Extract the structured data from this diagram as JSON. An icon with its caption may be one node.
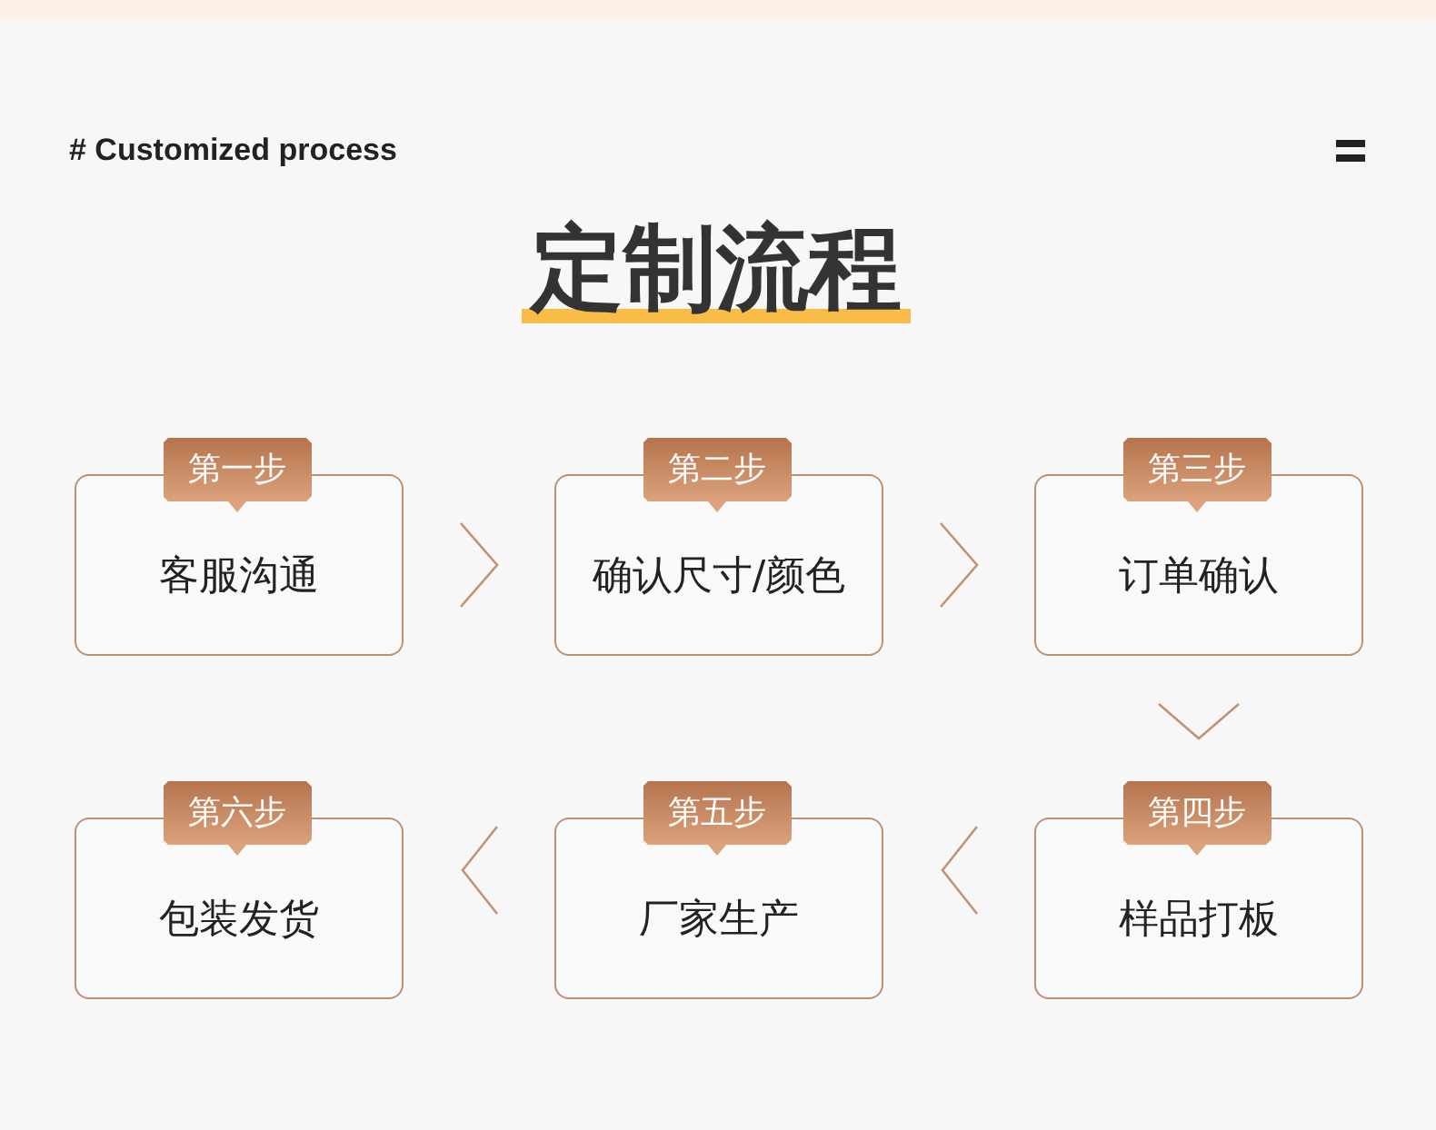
{
  "diagram": {
    "title": "定制流程",
    "nodes": [
      {
        "text": [
          "第一步",
          "客服沟通"
        ]
      },
      {
        "text": [
          "第二步",
          "确认尺寸/颜色"
        ]
      },
      {
        "text": [
          "第三步",
          "订单确认"
        ]
      },
      {
        "text": [
          "第四步",
          "样品打板"
        ]
      },
      {
        "text": [
          "第五步",
          "厂家生产"
        ]
      },
      {
        "text": [
          "第六步",
          "包装发货"
        ]
      }
    ],
    "edges": [
      {
        "from": 0,
        "to": 1,
        "arrow": "to"
      },
      {
        "from": 1,
        "to": 2,
        "arrow": "to"
      },
      {
        "from": 2,
        "to": 3,
        "arrow": "to"
      },
      {
        "from": 3,
        "to": 4,
        "arrow": "to"
      },
      {
        "from": 4,
        "to": 5,
        "arrow": "to"
      }
    ],
    "labels": [
      "# Customized process"
    ]
  }
}
